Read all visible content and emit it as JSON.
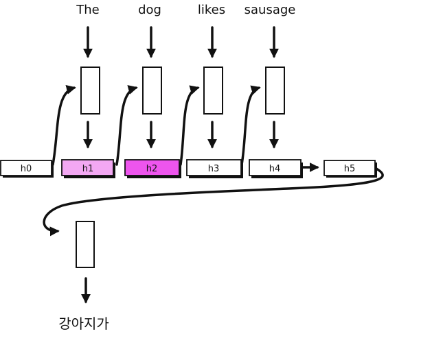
{
  "inputs": {
    "words": [
      "The",
      "dog",
      "likes",
      "sausage"
    ]
  },
  "hidden_states": [
    {
      "label": "h0",
      "fill": "#ffffff"
    },
    {
      "label": "h1",
      "fill": "#f3a8f3"
    },
    {
      "label": "h2",
      "fill": "#ee55ee"
    },
    {
      "label": "h3",
      "fill": "#ffffff"
    },
    {
      "label": "h4",
      "fill": "#ffffff"
    },
    {
      "label": "h5",
      "fill": "#ffffff"
    }
  ],
  "output": {
    "word": "강아지가"
  },
  "colors": {
    "ink": "#111111",
    "h1_highlight": "#f3a8f3",
    "h2_highlight": "#ee55ee"
  }
}
